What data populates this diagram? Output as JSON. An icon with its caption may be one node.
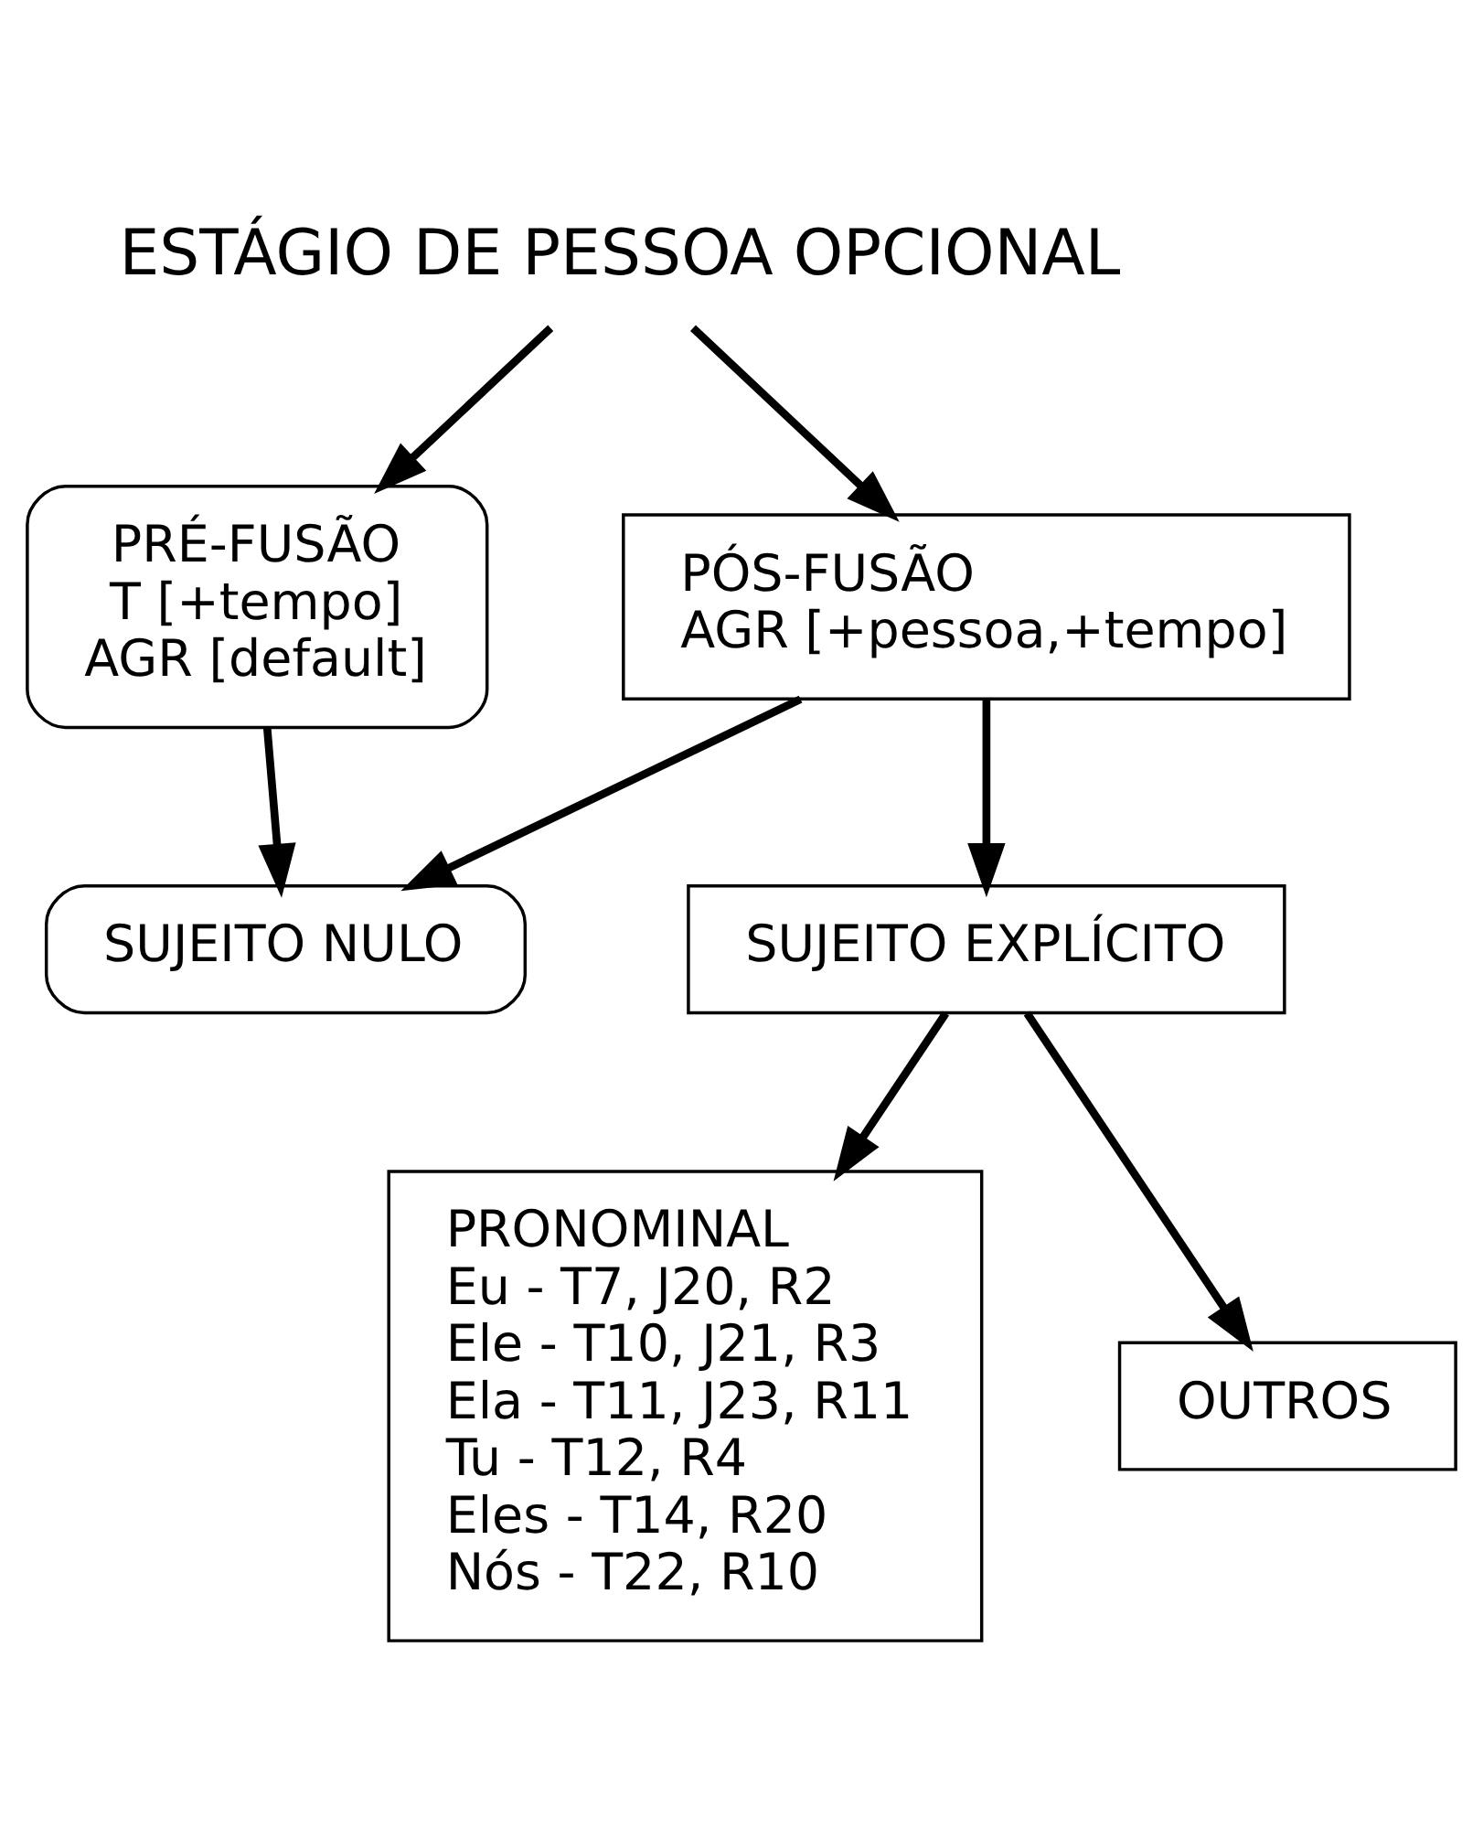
{
  "diagram": {
    "nodes": [
      {
        "text": [
          "ESTÁGIO DE PESSOA OPCIONAL"
        ]
      },
      {
        "text": [
          "PRÉ-FUSÃO",
          "T [+tempo]",
          "AGR [default]"
        ]
      },
      {
        "text": [
          "PÓS-FUSÃO",
          "AGR [+pessoa,+tempo]"
        ]
      },
      {
        "text": [
          "SUJEITO NULO"
        ]
      },
      {
        "text": [
          "SUJEITO EXPLÍCITO"
        ]
      },
      {
        "text": [
          "PRONOMINAL",
          "Eu - T7, J20, R2",
          "Ele - T10, J21, R3",
          "Ela - T11, J23, R11",
          "Tu - T12, R4",
          "Eles - T14, R20",
          "Nós - T22, R10"
        ]
      },
      {
        "text": [
          "OUTROS"
        ]
      }
    ],
    "edges": [
      {
        "from": 0,
        "to": 1,
        "arrow": "to"
      },
      {
        "from": 0,
        "to": 2,
        "arrow": "to"
      },
      {
        "from": 1,
        "to": 3,
        "arrow": "to"
      },
      {
        "from": 2,
        "to": 3,
        "arrow": "to"
      },
      {
        "from": 2,
        "to": 4,
        "arrow": "to"
      },
      {
        "from": 4,
        "to": 5,
        "arrow": "to"
      },
      {
        "from": 4,
        "to": 6,
        "arrow": "to"
      }
    ]
  }
}
